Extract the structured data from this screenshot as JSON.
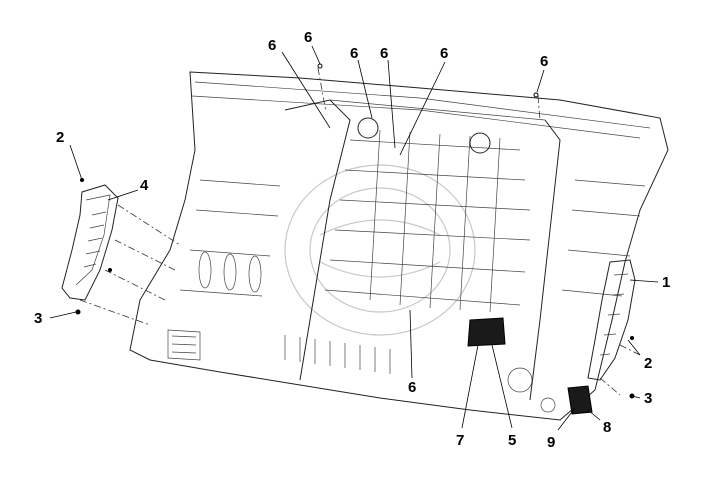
{
  "diagram": {
    "callouts": [
      {
        "id": "c6a",
        "label": "6"
      },
      {
        "id": "c6b",
        "label": "6"
      },
      {
        "id": "c6c",
        "label": "6"
      },
      {
        "id": "c6d",
        "label": "6"
      },
      {
        "id": "c6e",
        "label": "6"
      },
      {
        "id": "c6f",
        "label": "6"
      },
      {
        "id": "c6g",
        "label": "6"
      },
      {
        "id": "c2a",
        "label": "2"
      },
      {
        "id": "c4",
        "label": "4"
      },
      {
        "id": "c3a",
        "label": "3"
      },
      {
        "id": "c1",
        "label": "1"
      },
      {
        "id": "c2b",
        "label": "2"
      },
      {
        "id": "c3b",
        "label": "3"
      },
      {
        "id": "c8",
        "label": "8"
      },
      {
        "id": "c9",
        "label": "9"
      },
      {
        "id": "c7",
        "label": "7"
      },
      {
        "id": "c5",
        "label": "5"
      }
    ]
  }
}
